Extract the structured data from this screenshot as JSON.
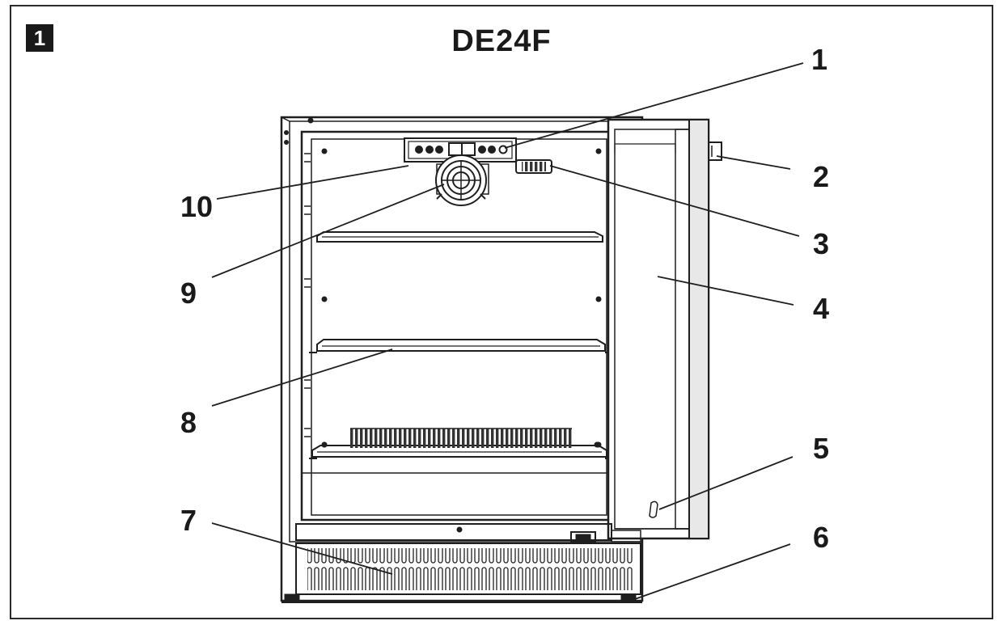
{
  "figure": {
    "badge": "1",
    "title": "DE24F"
  },
  "callouts": [
    {
      "id": "1",
      "label": "1"
    },
    {
      "id": "2",
      "label": "2"
    },
    {
      "id": "3",
      "label": "3"
    },
    {
      "id": "4",
      "label": "4"
    },
    {
      "id": "5",
      "label": "5"
    },
    {
      "id": "6",
      "label": "6"
    },
    {
      "id": "7",
      "label": "7"
    },
    {
      "id": "8",
      "label": "8"
    },
    {
      "id": "9",
      "label": "9"
    },
    {
      "id": "10",
      "label": "10"
    }
  ],
  "colors": {
    "line": "#1f1f1f",
    "shade": "#d9d9d9",
    "background": "#ffffff"
  }
}
